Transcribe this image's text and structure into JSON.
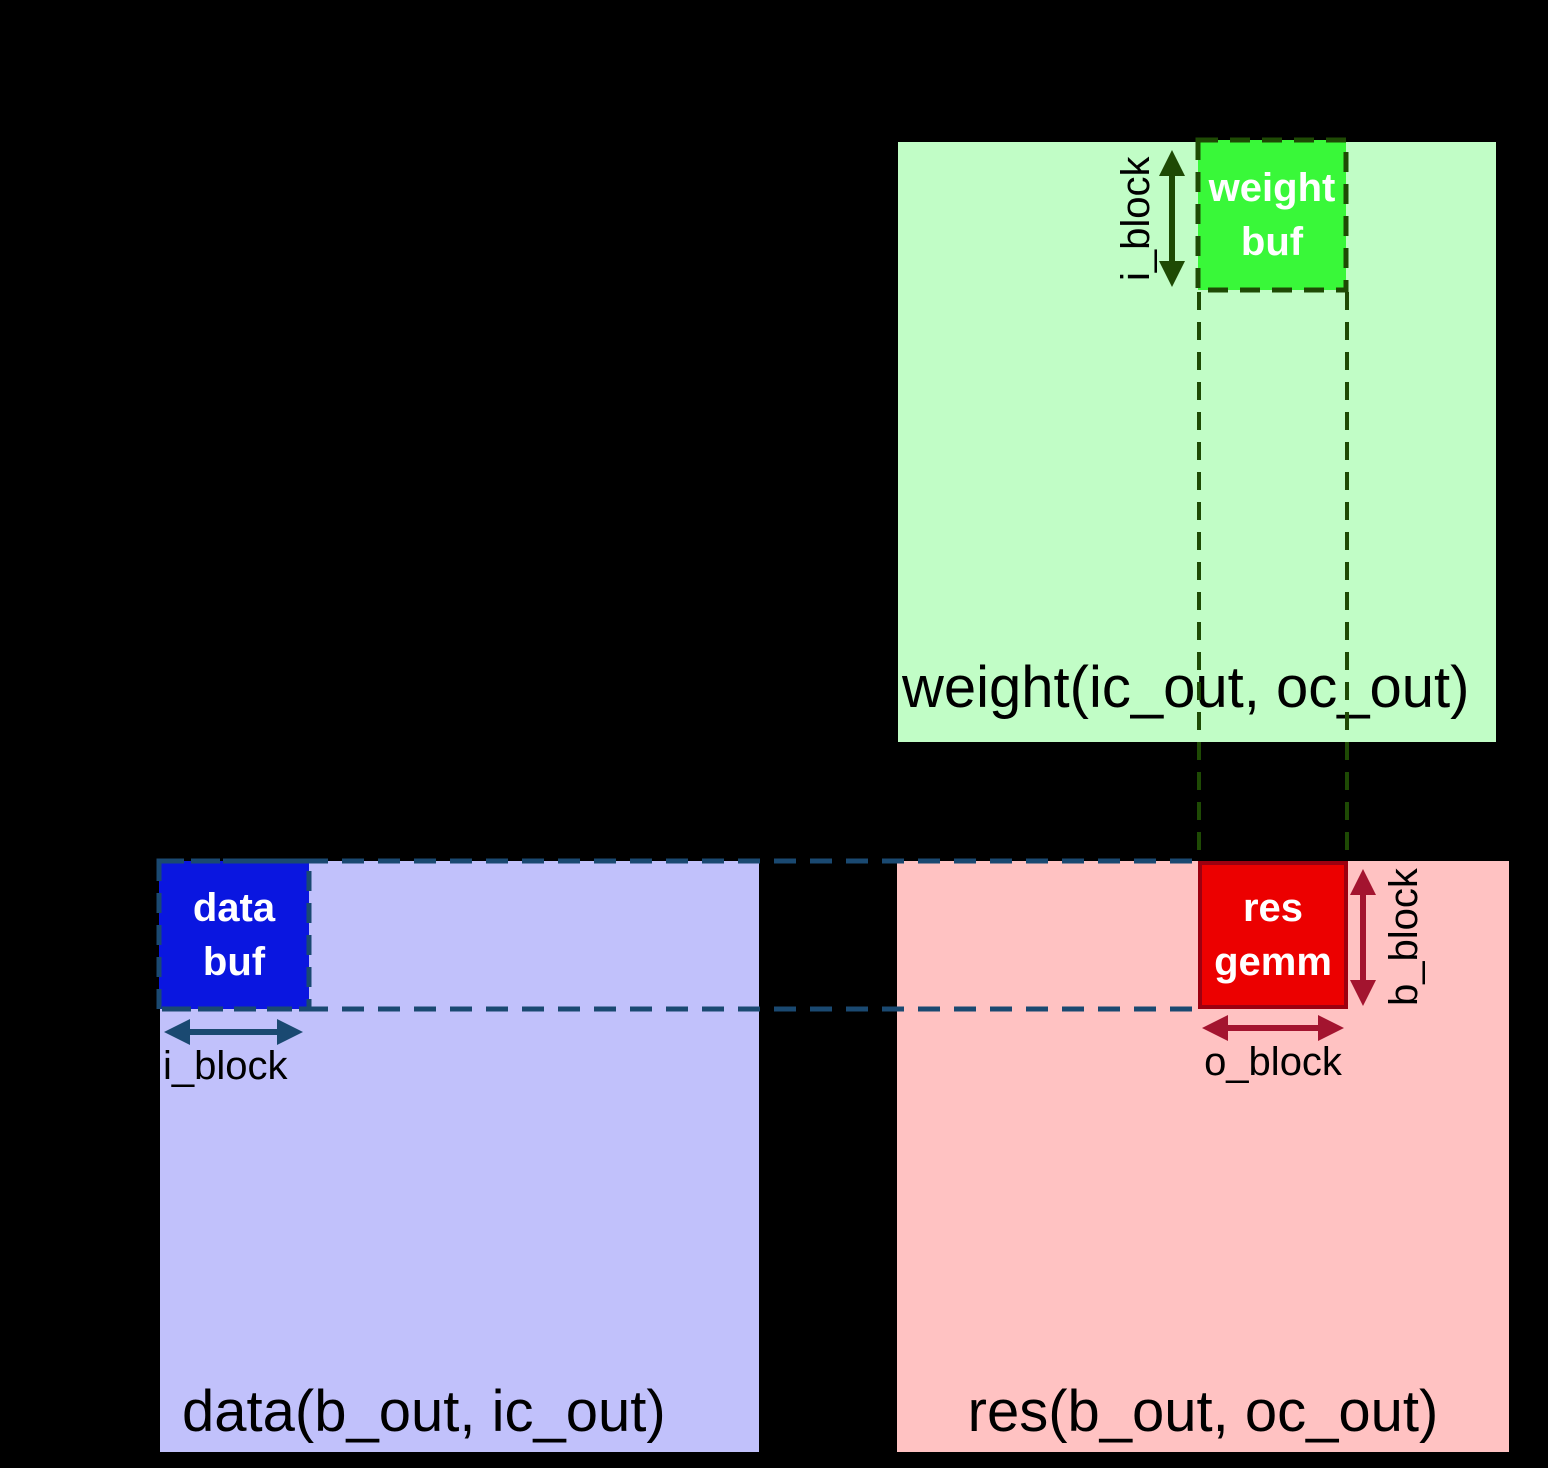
{
  "diagram": {
    "background": "#000000",
    "colors": {
      "background": "#000000",
      "weight_matrix": "#c1fdc6",
      "weight_buf": "#39f839",
      "weight_accent": "#1e4a04",
      "data_matrix": "#c1c1fb",
      "data_buf": "#0a16e0",
      "data_accent": "#1a4971",
      "res_matrix": "#ffc2c2",
      "res_gemm": "#ec0000",
      "res_accent": "#9c0010",
      "arrow_red": "#a3142f",
      "label_text": "#000000",
      "buf_text": "#ffffff"
    },
    "weight": {
      "matrix_label": "weight(ic_out, oc_out)",
      "buf_label": "weight\nbuf",
      "i_block_label": "i_block"
    },
    "data": {
      "matrix_label": "data(b_out, ic_out)",
      "buf_label": "data\nbuf",
      "i_block_label": "i_block"
    },
    "res": {
      "matrix_label": "res(b_out, oc_out)",
      "gemm_label": "res\ngemm",
      "o_block_label": "o_block",
      "b_block_label": "b_block"
    }
  }
}
